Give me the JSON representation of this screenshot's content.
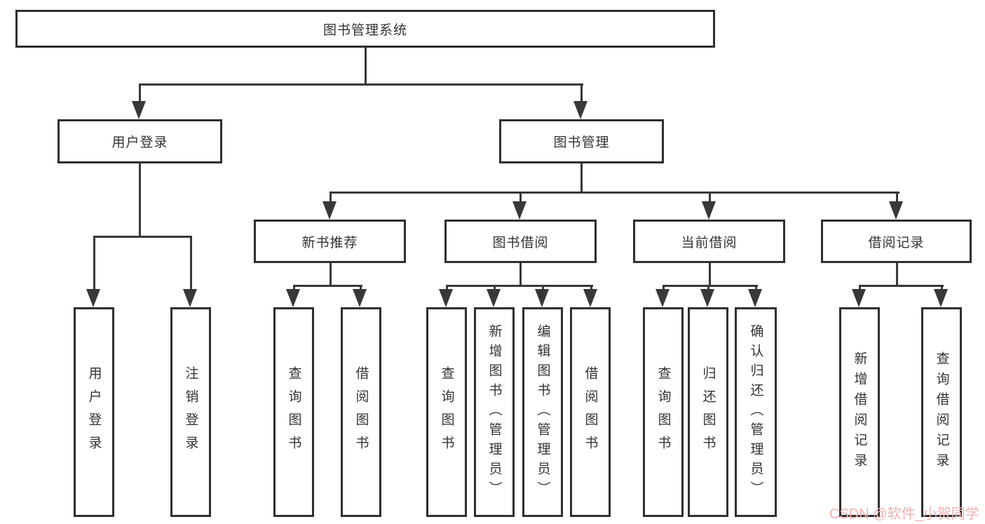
{
  "diagram": {
    "title_node": {
      "label": "图书管理系统"
    },
    "level2": {
      "user_login": {
        "label": "用户登录"
      },
      "book_management": {
        "label": "图书管理"
      }
    },
    "level3": {
      "new_book_recommend": {
        "label": "新书推荐"
      },
      "book_borrow": {
        "label": "图书借阅"
      },
      "current_borrow": {
        "label": "当前借阅"
      },
      "borrow_records": {
        "label": "借阅记录"
      }
    },
    "leaves": [
      {
        "label": "用户登录"
      },
      {
        "label": "注销登录"
      },
      {
        "label": "查询图书"
      },
      {
        "label": "借阅图书"
      },
      {
        "label": "查询图书"
      },
      {
        "label": "新增图书（管理员）"
      },
      {
        "label": "编辑图书（管理员）"
      },
      {
        "label": "借阅图书"
      },
      {
        "label": "查询图书"
      },
      {
        "label": "归还图书"
      },
      {
        "label": "确认归还（管理员）"
      },
      {
        "label": "新增借阅记录"
      },
      {
        "label": "查询借阅记录"
      }
    ],
    "watermark": "CSDN @软件_小贺同学",
    "colors": {
      "line": "#383838",
      "border": "#2f2f2f",
      "text": "#333333",
      "watermark": "#f0b1b1",
      "background": "#ffffff"
    }
  }
}
